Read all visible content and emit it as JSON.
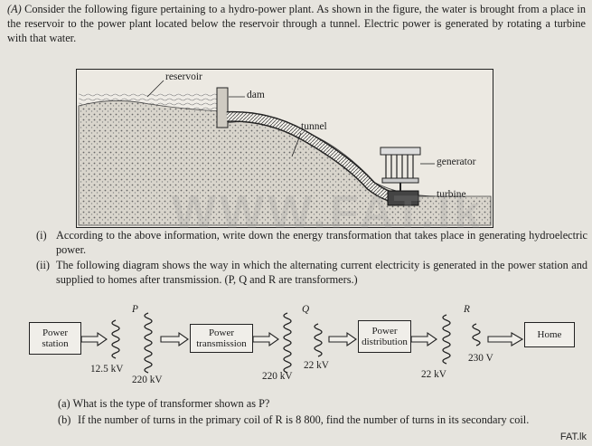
{
  "intro": {
    "label": "(A)",
    "text": "Consider the following figure pertaining to a hydro-power plant. As shown in the figure, the water is brought from a place in the reservoir to the power plant located below the reservoir through a tunnel. Electric power is generated by rotating a turbine with that water."
  },
  "figure": {
    "reservoir": "reservoir",
    "dam": "dam",
    "tunnel": "tunnel",
    "generator": "generator",
    "turbine": "turbine"
  },
  "watermark": "WWW.FAT.lk",
  "questions": [
    {
      "num": "(i)",
      "text": "According to the above information, write down the energy transformation that takes place in generating hydroelectric power."
    },
    {
      "num": "(ii)",
      "text": "The following diagram shows the way in which the alternating current electricity is generated in the power station and supplied to homes after transmission. (P, Q and R are transformers.)"
    }
  ],
  "diagram": {
    "boxes": {
      "station": "Power station",
      "transmission": "Power transmission",
      "distribution": "Power distribution",
      "home": "Home"
    },
    "transformers": {
      "p": "P",
      "q": "Q",
      "r": "R"
    },
    "voltages": {
      "v1": "12.5 kV",
      "v2": "220 kV",
      "v3": "220 kV",
      "v4": "22 kV",
      "v5": "22 kV",
      "v6": "230 V"
    }
  },
  "subquestions": [
    {
      "num": "(a)",
      "text": "What is the type of transformer shown as P?"
    },
    {
      "num": "(b)",
      "text": "If the number of turns in the primary coil of R is 8 800, find the number of turns in its secondary coil."
    }
  ],
  "footer": "FAT.lk"
}
